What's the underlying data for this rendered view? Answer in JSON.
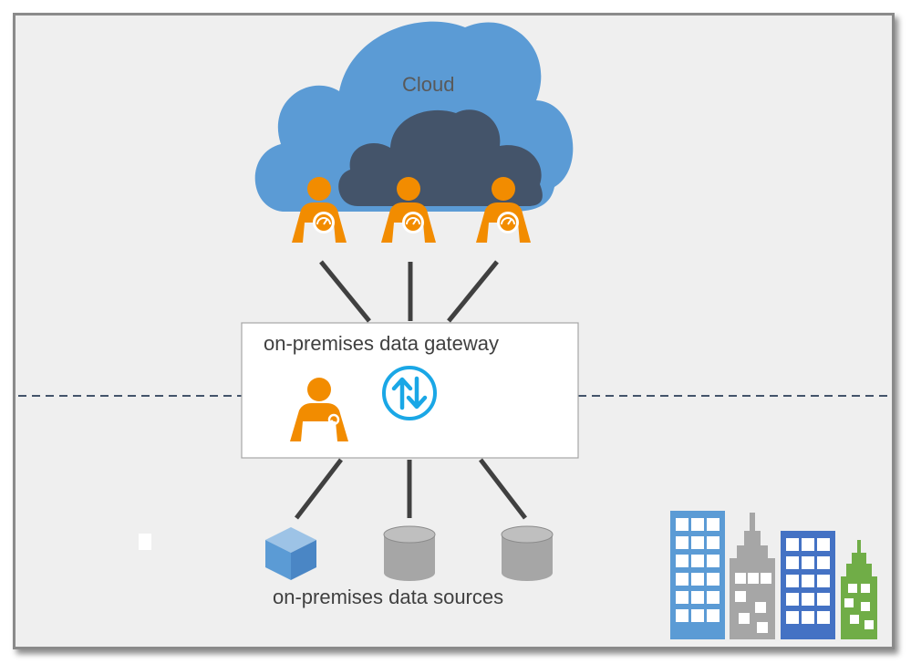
{
  "labels": {
    "cloud": "Cloud",
    "gateway": "on-premises data gateway",
    "sources": "on-premises data sources"
  },
  "icons": {
    "cloud_services": [
      "user-gauge-icon",
      "user-gauge-icon",
      "user-gauge-icon"
    ],
    "gateway_admin": "user-wrench-icon",
    "gateway_transfer": "up-down-arrows-icon",
    "sources": [
      "cube-icon",
      "database-icon",
      "database-icon"
    ],
    "buildings": "city-buildings-icon"
  },
  "colors": {
    "cloud_back": "#5b9bd5",
    "cloud_front": "#44546a",
    "person": "#f28c00",
    "arrow_circle": "#1aa7e6",
    "cube": "#5b9bd5",
    "database": "#a6a6a6",
    "connector": "#404040",
    "boundary_line": "#44546a"
  }
}
